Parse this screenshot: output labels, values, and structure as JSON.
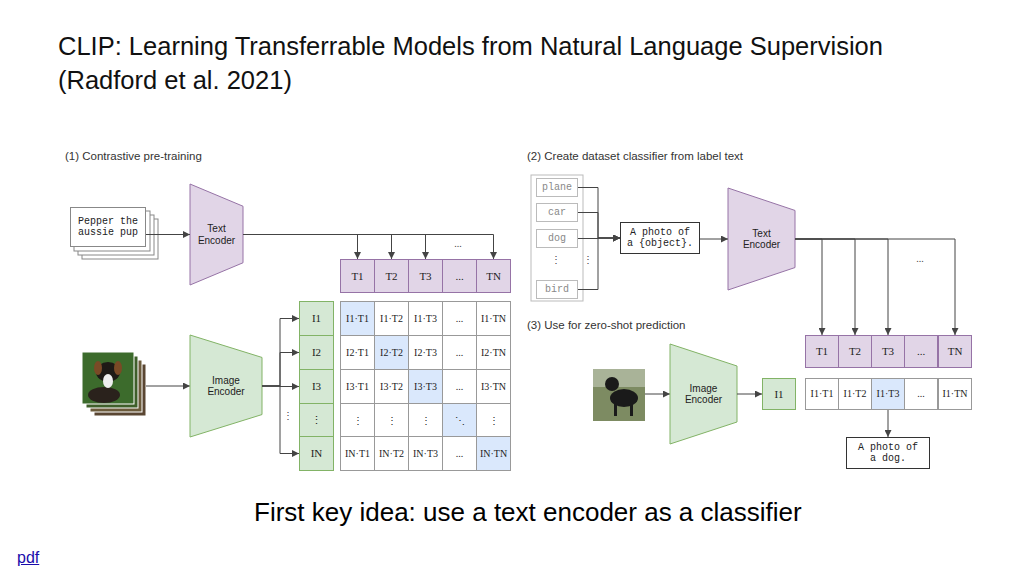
{
  "diagram": {
    "title": "CLIP: Learning Transferrable Models from Natural Language Supervision (Radford et al. 2021)",
    "caption": "First key idea: use a text encoder as a classifier",
    "nodes": [
      {
        "text": [
          "Pepper the aussie pup"
        ]
      },
      {
        "text": [
          "Text Encoder"
        ]
      },
      {
        "text": [
          "T1"
        ]
      },
      {
        "text": [
          "T2"
        ]
      },
      {
        "text": [
          "T3"
        ]
      },
      {
        "text": [
          "..."
        ]
      },
      {
        "text": [
          "TN"
        ]
      },
      {
        "text": [
          "Image Encoder"
        ]
      },
      {
        "text": [
          "I1"
        ]
      },
      {
        "text": [
          "I2"
        ]
      },
      {
        "text": [
          "I3"
        ]
      },
      {
        "text": [
          "⋮"
        ]
      },
      {
        "text": [
          "IN"
        ]
      },
      {
        "text": [
          "plane"
        ]
      },
      {
        "text": [
          "car"
        ]
      },
      {
        "text": [
          "dog"
        ]
      },
      {
        "text": [
          "bird"
        ]
      },
      {
        "text": [
          "A photo of a {object}."
        ]
      },
      {
        "text": [
          "Text Encoder"
        ]
      },
      {
        "text": [
          "T1"
        ]
      },
      {
        "text": [
          "T2"
        ]
      },
      {
        "text": [
          "T3"
        ]
      },
      {
        "text": [
          "..."
        ]
      },
      {
        "text": [
          "TN"
        ]
      },
      {
        "text": [
          "Image Encoder"
        ]
      },
      {
        "text": [
          "I1"
        ]
      },
      {
        "text": [
          "I1·T1"
        ]
      },
      {
        "text": [
          "I1·T2"
        ]
      },
      {
        "text": [
          "I1·T3"
        ]
      },
      {
        "text": [
          "..."
        ]
      },
      {
        "text": [
          "I1·TN"
        ]
      },
      {
        "text": [
          "A photo of a dog."
        ]
      }
    ],
    "edges": [
      {
        "from": 0,
        "to": 1,
        "arrow": "to"
      },
      {
        "from": 1,
        "to": 2,
        "arrow": "to"
      },
      {
        "from": 1,
        "to": 3,
        "arrow": "to"
      },
      {
        "from": 1,
        "to": 4,
        "arrow": "to"
      },
      {
        "from": 1,
        "to": 6,
        "arrow": "to"
      },
      {
        "from": 7,
        "to": 8,
        "arrow": "to"
      },
      {
        "from": 7,
        "to": 9,
        "arrow": "to"
      },
      {
        "from": 7,
        "to": 10,
        "arrow": "to"
      },
      {
        "from": 7,
        "to": 12,
        "arrow": "to"
      },
      {
        "from": 13,
        "to": 17,
        "arrow": "to"
      },
      {
        "from": 14,
        "to": 17,
        "arrow": "to"
      },
      {
        "from": 15,
        "to": 17,
        "arrow": "to"
      },
      {
        "from": 16,
        "to": 17,
        "arrow": "to"
      },
      {
        "from": 17,
        "to": 18,
        "arrow": "to"
      },
      {
        "from": 18,
        "to": 19,
        "arrow": "to"
      },
      {
        "from": 18,
        "to": 20,
        "arrow": "to"
      },
      {
        "from": 18,
        "to": 21,
        "arrow": "to"
      },
      {
        "from": 18,
        "to": 23,
        "arrow": "to"
      },
      {
        "from": 24,
        "to": 25,
        "arrow": "to"
      },
      {
        "from": 28,
        "to": 31,
        "arrow": "to"
      }
    ],
    "labels": [
      "(1) Contrastive pre-training",
      "...",
      "⋮",
      "I1·T1",
      "I1·T2",
      "I1·T3",
      "...",
      "I1·TN",
      "I2·T1",
      "I2·T2",
      "I2·T3",
      "...",
      "I2·TN",
      "I3·T1",
      "I3·T2",
      "I3·T3",
      "...",
      "I3·TN",
      "⋮",
      "⋮",
      "⋮",
      "⋱",
      "⋮",
      "IN·T1",
      "IN·T2",
      "IN·T3",
      "...",
      "IN·TN",
      "(2) Create dataset classifier from label text",
      "⋮",
      "⋮",
      "...",
      "(3) Use for zero-shot prediction",
      "pdf"
    ]
  }
}
